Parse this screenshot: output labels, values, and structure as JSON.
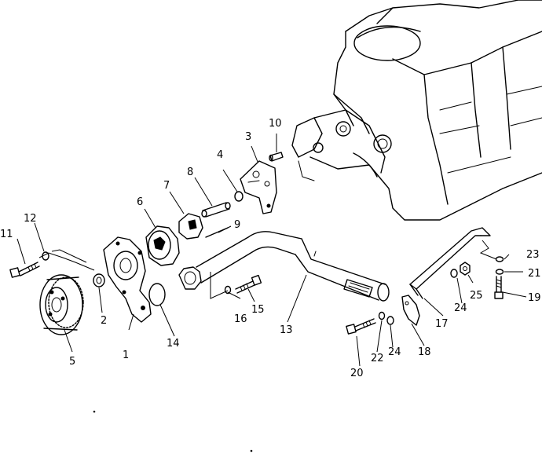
{
  "callouts": [
    {
      "id": "c1",
      "text": "1"
    },
    {
      "id": "c2",
      "text": "2"
    },
    {
      "id": "c3",
      "text": "3"
    },
    {
      "id": "c4",
      "text": "4"
    },
    {
      "id": "c5",
      "text": "5"
    },
    {
      "id": "c6",
      "text": "6"
    },
    {
      "id": "c7",
      "text": "7"
    },
    {
      "id": "c8",
      "text": "8"
    },
    {
      "id": "c9",
      "text": "9"
    },
    {
      "id": "c10",
      "text": "10"
    },
    {
      "id": "c11",
      "text": "11"
    },
    {
      "id": "c12",
      "text": "12"
    },
    {
      "id": "c13",
      "text": "13"
    },
    {
      "id": "c14",
      "text": "14"
    },
    {
      "id": "c15",
      "text": "15"
    },
    {
      "id": "c16",
      "text": "16"
    },
    {
      "id": "c17",
      "text": "17"
    },
    {
      "id": "c18",
      "text": "18"
    },
    {
      "id": "c19",
      "text": "19"
    },
    {
      "id": "c20",
      "text": "20"
    },
    {
      "id": "c21",
      "text": "21"
    },
    {
      "id": "c22",
      "text": "22"
    },
    {
      "id": "c23",
      "text": "23"
    },
    {
      "id": "c24a",
      "text": "24"
    },
    {
      "id": "c24b",
      "text": "24"
    },
    {
      "id": "c25",
      "text": "25"
    }
  ]
}
